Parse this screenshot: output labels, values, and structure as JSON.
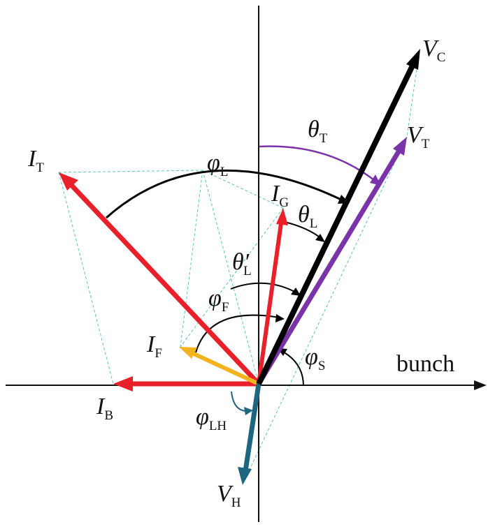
{
  "colors": {
    "axis": "#111111",
    "black_vector": "#000000",
    "red_vector": "#e8202a",
    "purple_vector": "#7a34a8",
    "yellow_vector": "#f2b31c",
    "teal_vector": "#1e6580",
    "guide_lines": "#5fc3b5"
  },
  "axis": {
    "bunch_label": "bunch"
  },
  "vectors": {
    "VC": {
      "main": "V",
      "sub": "C",
      "color_key": "black_vector"
    },
    "VT": {
      "main": "V",
      "sub": "T",
      "color_key": "purple_vector"
    },
    "VH": {
      "main": "V",
      "sub": "H",
      "color_key": "teal_vector"
    },
    "IT": {
      "main": "I",
      "sub": "T",
      "color_key": "red_vector"
    },
    "IG": {
      "main": "I",
      "sub": "G",
      "color_key": "red_vector"
    },
    "IB": {
      "main": "I",
      "sub": "B",
      "color_key": "red_vector"
    },
    "IF": {
      "main": "I",
      "sub": "F",
      "color_key": "yellow_vector"
    }
  },
  "angles": {
    "thetaT": {
      "main": "θ",
      "sub": "T"
    },
    "phiL": {
      "main": "φ",
      "sub": "L"
    },
    "thetaL": {
      "main": "θ",
      "sub": "L"
    },
    "thetaLp": {
      "main": "θ′",
      "sub": "L"
    },
    "phiF": {
      "main": "φ",
      "sub": "F"
    },
    "phiS": {
      "main": "φ",
      "sub": "S"
    },
    "phiLH": {
      "main": "φ",
      "sub": "LH"
    }
  }
}
